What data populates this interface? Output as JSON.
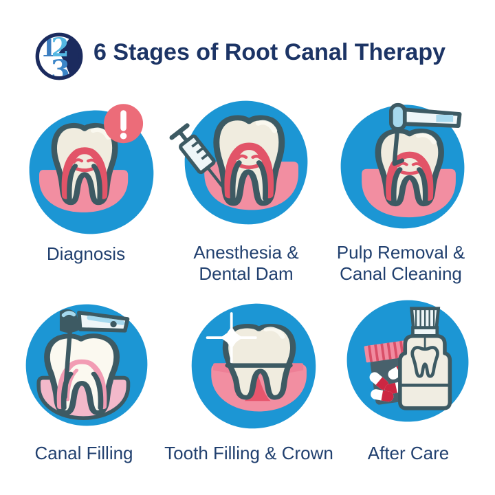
{
  "header": {
    "title": "6 Stages of Root Canal Therapy",
    "logo": {
      "digit1": "1",
      "digit2": "2",
      "digit3": "3"
    }
  },
  "stages": [
    {
      "label": "Diagnosis",
      "icon": "tooth-alert"
    },
    {
      "label": "Anesthesia & Dental Dam",
      "icon": "tooth-syringe"
    },
    {
      "label": "Pulp Removal & Canal Cleaning",
      "icon": "tooth-root-canal-file"
    },
    {
      "label": "Canal Filling",
      "icon": "tooth-dental-drill"
    },
    {
      "label": "Tooth Filling & Crown",
      "icon": "tooth-sparkle"
    },
    {
      "label": "After Care",
      "icon": "mouthwash-and-pills"
    }
  ],
  "colors": {
    "background": "#ffffff",
    "title_navy": "#1c3465",
    "label_navy": "#21406f",
    "circle_blue": "#1c96d4",
    "outline_slate": "#3d5a63",
    "tooth_cream": "#f0ecdf",
    "gum_pink": "#f28ea1",
    "gum_light_pink": "#f3b9ca",
    "canal_red": "#e25468",
    "alert_red": "#ec6c79",
    "tool_light_blue": "#a6d9ee",
    "pill_jar_slate": "#48616c",
    "pill_red": "#cc2742",
    "logo_navy": "#1b2b5e"
  }
}
